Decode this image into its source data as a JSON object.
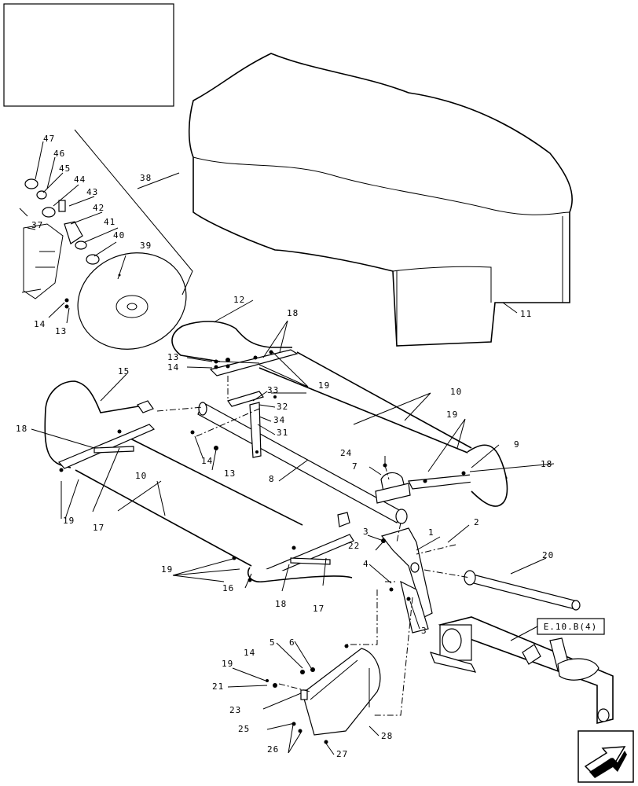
{
  "reference_box": "E.10.B(4)",
  "callouts": [
    {
      "id": "c1",
      "text": "1"
    },
    {
      "id": "c2",
      "text": "2"
    },
    {
      "id": "c3a",
      "text": "3"
    },
    {
      "id": "c3b",
      "text": "3"
    },
    {
      "id": "c4",
      "text": "4"
    },
    {
      "id": "c5",
      "text": "5"
    },
    {
      "id": "c6",
      "text": "6"
    },
    {
      "id": "c7",
      "text": "7"
    },
    {
      "id": "c8",
      "text": "8"
    },
    {
      "id": "c9",
      "text": "9"
    },
    {
      "id": "c10a",
      "text": "10"
    },
    {
      "id": "c10b",
      "text": "10"
    },
    {
      "id": "c11",
      "text": "11"
    },
    {
      "id": "c12",
      "text": "12"
    },
    {
      "id": "c13a",
      "text": "13"
    },
    {
      "id": "c13b",
      "text": "13"
    },
    {
      "id": "c13c",
      "text": "13"
    },
    {
      "id": "c14a",
      "text": "14"
    },
    {
      "id": "c14b",
      "text": "14"
    },
    {
      "id": "c14c",
      "text": "14"
    },
    {
      "id": "c14d",
      "text": "14"
    },
    {
      "id": "c15",
      "text": "15"
    },
    {
      "id": "c16",
      "text": "16"
    },
    {
      "id": "c17a",
      "text": "17"
    },
    {
      "id": "c17b",
      "text": "17"
    },
    {
      "id": "c18a",
      "text": "18"
    },
    {
      "id": "c18b",
      "text": "18"
    },
    {
      "id": "c18c",
      "text": "18"
    },
    {
      "id": "c18d",
      "text": "18"
    },
    {
      "id": "c19a",
      "text": "19"
    },
    {
      "id": "c19b",
      "text": "19"
    },
    {
      "id": "c19c",
      "text": "19"
    },
    {
      "id": "c19d",
      "text": "19"
    },
    {
      "id": "c19e",
      "text": "19"
    },
    {
      "id": "c20",
      "text": "20"
    },
    {
      "id": "c21",
      "text": "21"
    },
    {
      "id": "c22",
      "text": "22"
    },
    {
      "id": "c23",
      "text": "23"
    },
    {
      "id": "c24",
      "text": "24"
    },
    {
      "id": "c25",
      "text": "25"
    },
    {
      "id": "c26",
      "text": "26"
    },
    {
      "id": "c27",
      "text": "27"
    },
    {
      "id": "c28",
      "text": "28"
    },
    {
      "id": "c31",
      "text": "31"
    },
    {
      "id": "c32",
      "text": "32"
    },
    {
      "id": "c33",
      "text": "33"
    },
    {
      "id": "c34",
      "text": "34"
    },
    {
      "id": "c37",
      "text": "37"
    },
    {
      "id": "c38",
      "text": "38"
    },
    {
      "id": "c39",
      "text": "39"
    },
    {
      "id": "c40",
      "text": "40"
    },
    {
      "id": "c41",
      "text": "41"
    },
    {
      "id": "c42",
      "text": "42"
    },
    {
      "id": "c43",
      "text": "43"
    },
    {
      "id": "c44",
      "text": "44"
    },
    {
      "id": "c45",
      "text": "45"
    },
    {
      "id": "c46",
      "text": "46"
    },
    {
      "id": "c47",
      "text": "47"
    }
  ]
}
